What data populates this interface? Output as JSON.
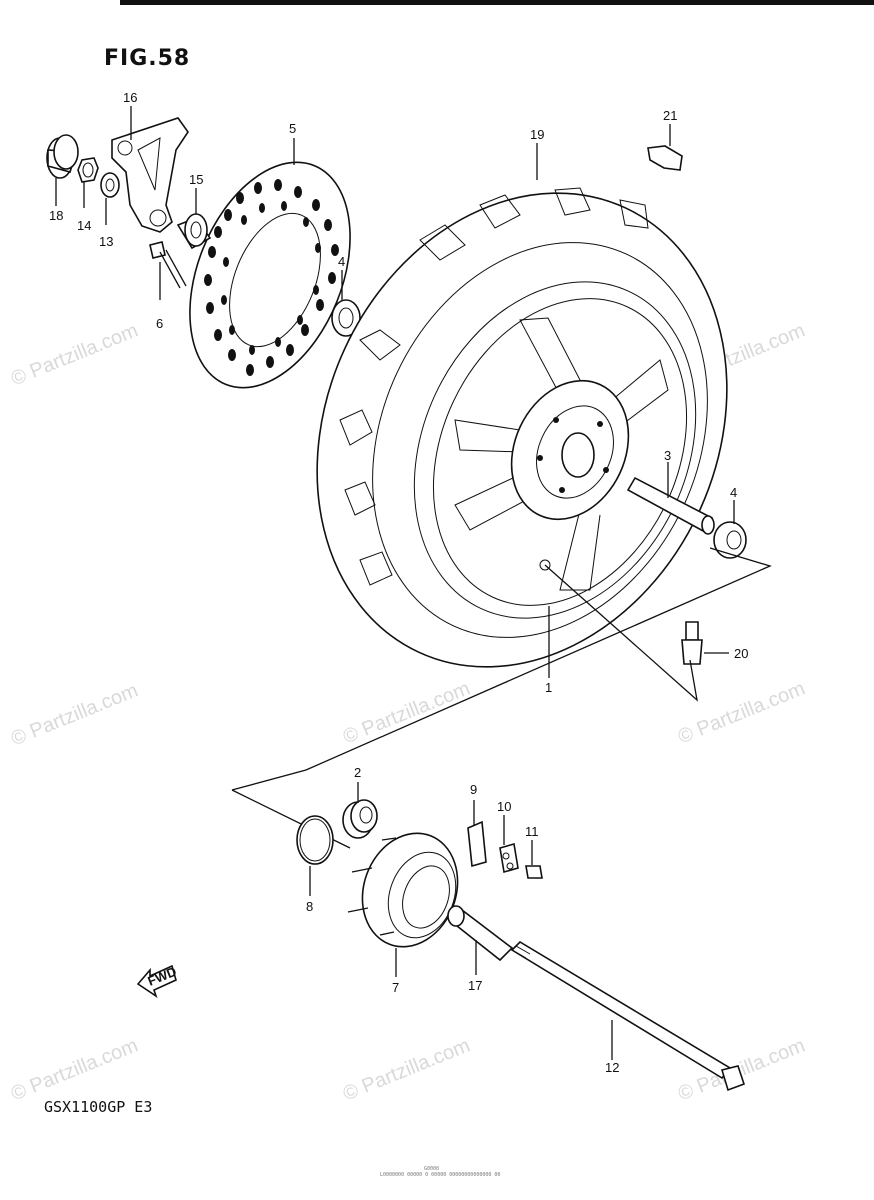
{
  "figure": {
    "title": "FIG.58",
    "model": "GSX1100GP E3"
  },
  "watermark": {
    "main": "© Partzilla.com",
    "faint": "© Partzilla.com"
  },
  "fwd_label": "FWD",
  "footer": {
    "line1": "G0000",
    "line2": "L0000000 00000 0 00000 00000000000000 00"
  },
  "callouts": [
    {
      "label": "1"
    },
    {
      "label": "2"
    },
    {
      "label": "3"
    },
    {
      "label": "4"
    },
    {
      "label": "4"
    },
    {
      "label": "5"
    },
    {
      "label": "6"
    },
    {
      "label": "7"
    },
    {
      "label": "8"
    },
    {
      "label": "9"
    },
    {
      "label": "10"
    },
    {
      "label": "11"
    },
    {
      "label": "12"
    },
    {
      "label": "13"
    },
    {
      "label": "14"
    },
    {
      "label": "15"
    },
    {
      "label": "16"
    },
    {
      "label": "17"
    },
    {
      "label": "18"
    },
    {
      "label": "19"
    },
    {
      "label": "20"
    },
    {
      "label": "21"
    }
  ]
}
